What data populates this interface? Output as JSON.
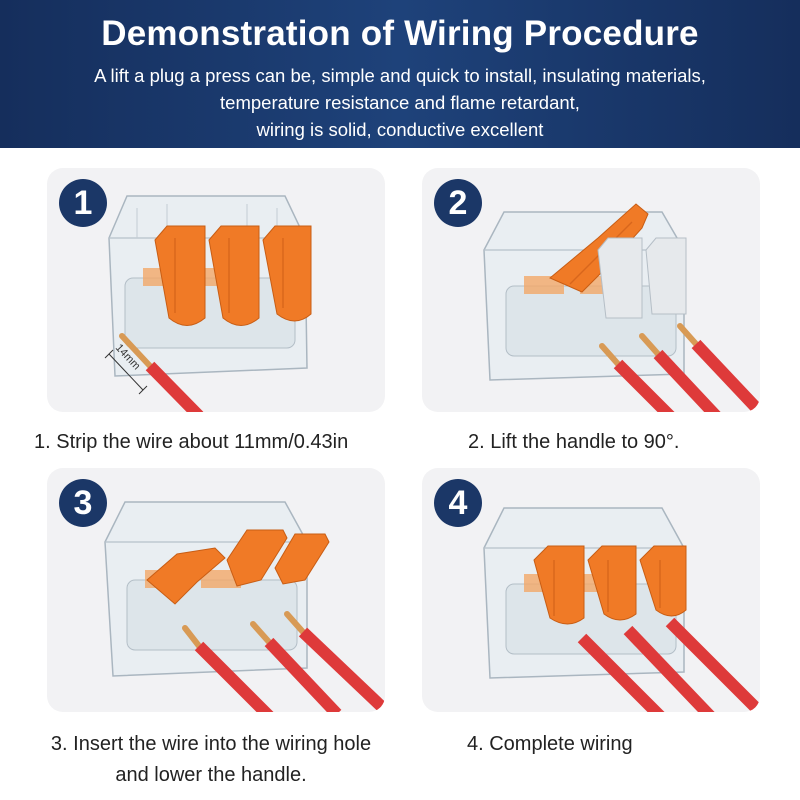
{
  "header": {
    "title": "Demonstration of Wiring Procedure",
    "subtitle_lines": [
      "A lift a plug a press can be, simple and quick to install, insulating materials,",
      "temperature resistance and flame retardant,",
      "wiring is solid, conductive excellent"
    ]
  },
  "colors": {
    "header_bg": "#1e427a",
    "badge_bg": "#1b3767",
    "lever_orange": "#f07a26",
    "wire_red": "#de3a3a",
    "panel_bg": "#f2f2f4"
  },
  "steps": [
    {
      "number": "1",
      "caption": "1. Strip the wire about 11mm/0.43in",
      "strip_label": "14mm"
    },
    {
      "number": "2",
      "caption": "2. Lift the handle to 90°."
    },
    {
      "number": "3",
      "caption": "3. Insert the wire into the wiring hole and lower the handle."
    },
    {
      "number": "4",
      "caption": "4. Complete wiring"
    }
  ]
}
